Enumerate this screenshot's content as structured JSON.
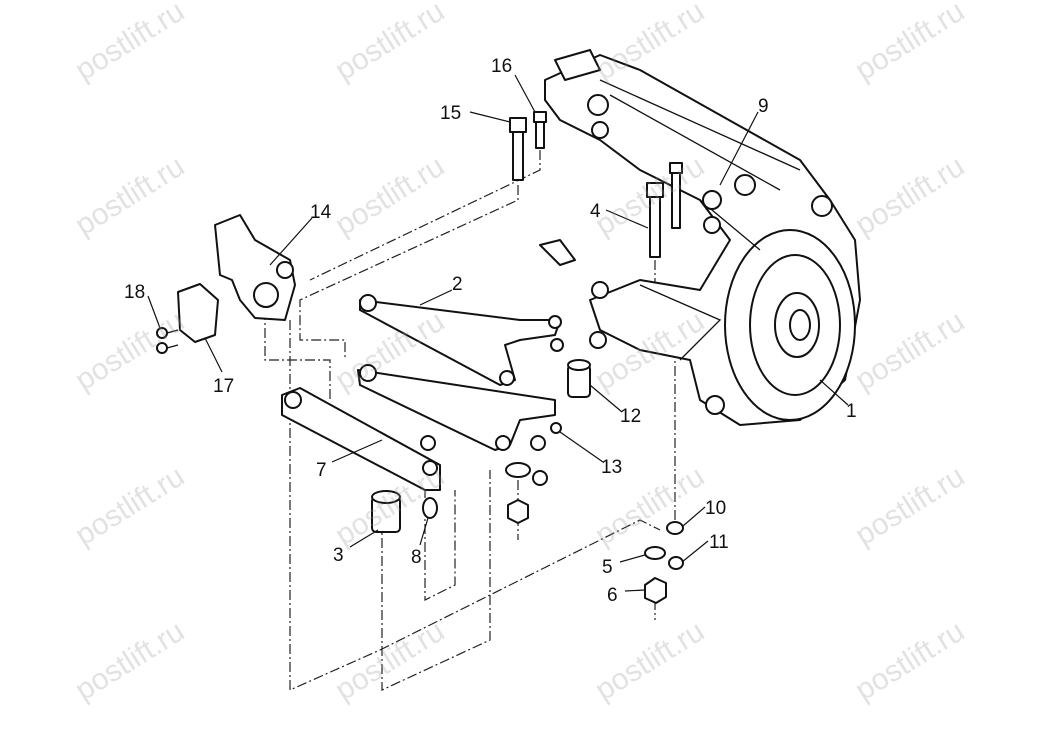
{
  "watermark": "postlift.ru",
  "callouts": [
    {
      "id": "1",
      "label": "1"
    },
    {
      "id": "2",
      "label": "2"
    },
    {
      "id": "3",
      "label": "3"
    },
    {
      "id": "4",
      "label": "4"
    },
    {
      "id": "5",
      "label": "5"
    },
    {
      "id": "6",
      "label": "6"
    },
    {
      "id": "7",
      "label": "7"
    },
    {
      "id": "8",
      "label": "8"
    },
    {
      "id": "9",
      "label": "9"
    },
    {
      "id": "10",
      "label": "10"
    },
    {
      "id": "11",
      "label": "11"
    },
    {
      "id": "12",
      "label": "12"
    },
    {
      "id": "13",
      "label": "13"
    },
    {
      "id": "14",
      "label": "14"
    },
    {
      "id": "15",
      "label": "15"
    },
    {
      "id": "16",
      "label": "16"
    },
    {
      "id": "17",
      "label": "17"
    },
    {
      "id": "18",
      "label": "18"
    }
  ]
}
